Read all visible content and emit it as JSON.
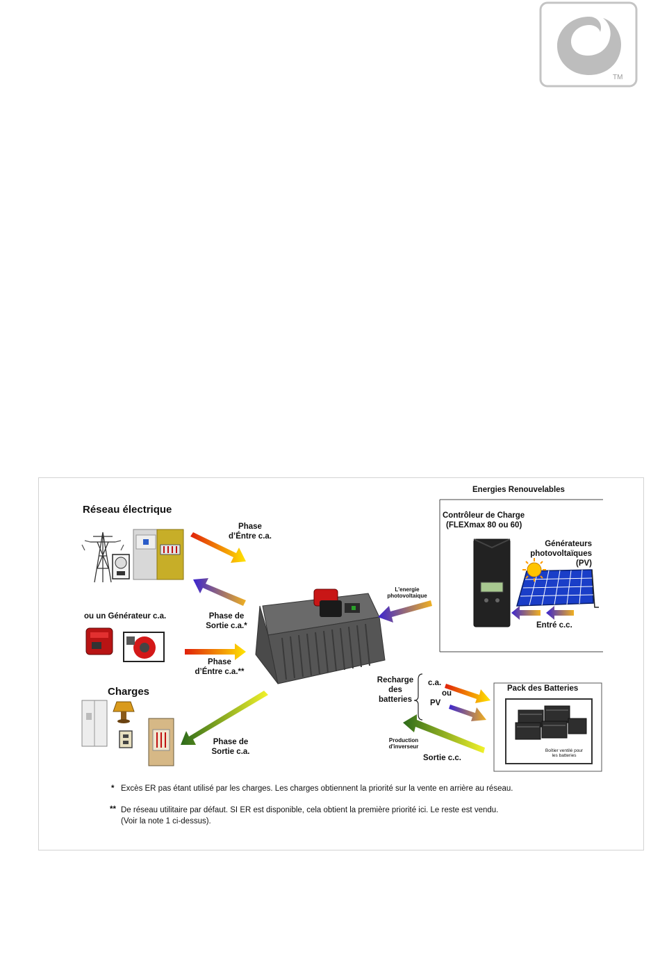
{
  "logo": {
    "mark": "TM",
    "icon": "brand-swirl-logo"
  },
  "diagram": {
    "renewables_title": "Energies Renouvelables",
    "grid_title": "Réseau électrique",
    "generator_title": "ou un Générateur c.a.",
    "loads_title": "Charges",
    "arrows": {
      "ac_in_1": [
        "Phase",
        "d’Éntre c.a."
      ],
      "ac_out_1": [
        "Phase de",
        "Sortie c.a.*"
      ],
      "ac_in_2": [
        "Phase",
        "d’Éntre c.a.**"
      ],
      "ac_out_2": [
        "Phase de",
        "Sortie c.a."
      ],
      "pv_energy": [
        "L'energie",
        "photovoltaique"
      ],
      "recharge": [
        "Recharge",
        "des",
        "batteries"
      ],
      "ca": "c.a.",
      "ou": "ou",
      "pv": "PV",
      "inverter": [
        "Production",
        "d'inverseur"
      ],
      "dc_out": "Sortie c.c."
    },
    "controller": [
      "Contrôleur de Charge",
      "(FLEXmax 80 ou 60)"
    ],
    "pv_generators": [
      "Générateurs",
      "photovoltaïques",
      "(PV)"
    ],
    "dc_in": "Entré c.c.",
    "battery_pack": "Pack des Batteries",
    "battery_box": [
      "Boîtier ventilé pour",
      "les batteries"
    ],
    "notes": [
      {
        "mark": "*",
        "lines": [
          "Excès ER pas étant utilisé par les charges. Les charges obtiennent la priorité sur la vente en arrière au réseau."
        ]
      },
      {
        "mark": "**",
        "lines": [
          "De réseau utilitaire par défaut. SI ER est disponible, cela obtient la première priorité ici. Le reste est vendu.",
          "(Voir la note 1 ci-dessus)."
        ]
      }
    ]
  }
}
